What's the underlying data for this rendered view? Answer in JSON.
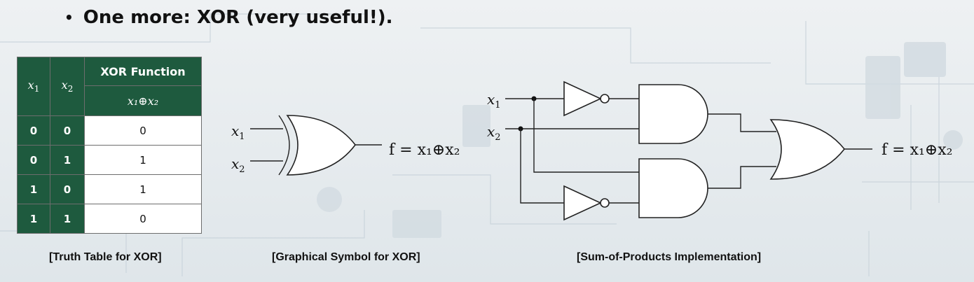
{
  "title": "One more: XOR (very useful!).",
  "bullet": "•",
  "truth_table": {
    "header": {
      "x1": "x",
      "x1_sub": "1",
      "x2": "x",
      "x2_sub": "2",
      "function_label": "XOR Function",
      "expr": "x₁⊕x₂"
    },
    "rows": [
      {
        "x1": "0",
        "x2": "0",
        "f": "0"
      },
      {
        "x1": "0",
        "x2": "1",
        "f": "1"
      },
      {
        "x1": "1",
        "x2": "0",
        "f": "1"
      },
      {
        "x1": "1",
        "x2": "1",
        "f": "0"
      }
    ],
    "caption": "[Truth Table for XOR]"
  },
  "symbol": {
    "in1": "x",
    "in1_sub": "1",
    "in2": "x",
    "in2_sub": "2",
    "output": "f = x₁⊕x₂",
    "caption": "[Graphical Symbol for XOR]"
  },
  "sop": {
    "in1": "x",
    "in1_sub": "1",
    "in2": "x",
    "in2_sub": "2",
    "output": "f = x₁⊕x₂",
    "caption": "[Sum-of-Products Implementation]"
  },
  "colors": {
    "table_header": "#1e5a3e",
    "table_cell": "#ffffff",
    "line": "#222222"
  }
}
